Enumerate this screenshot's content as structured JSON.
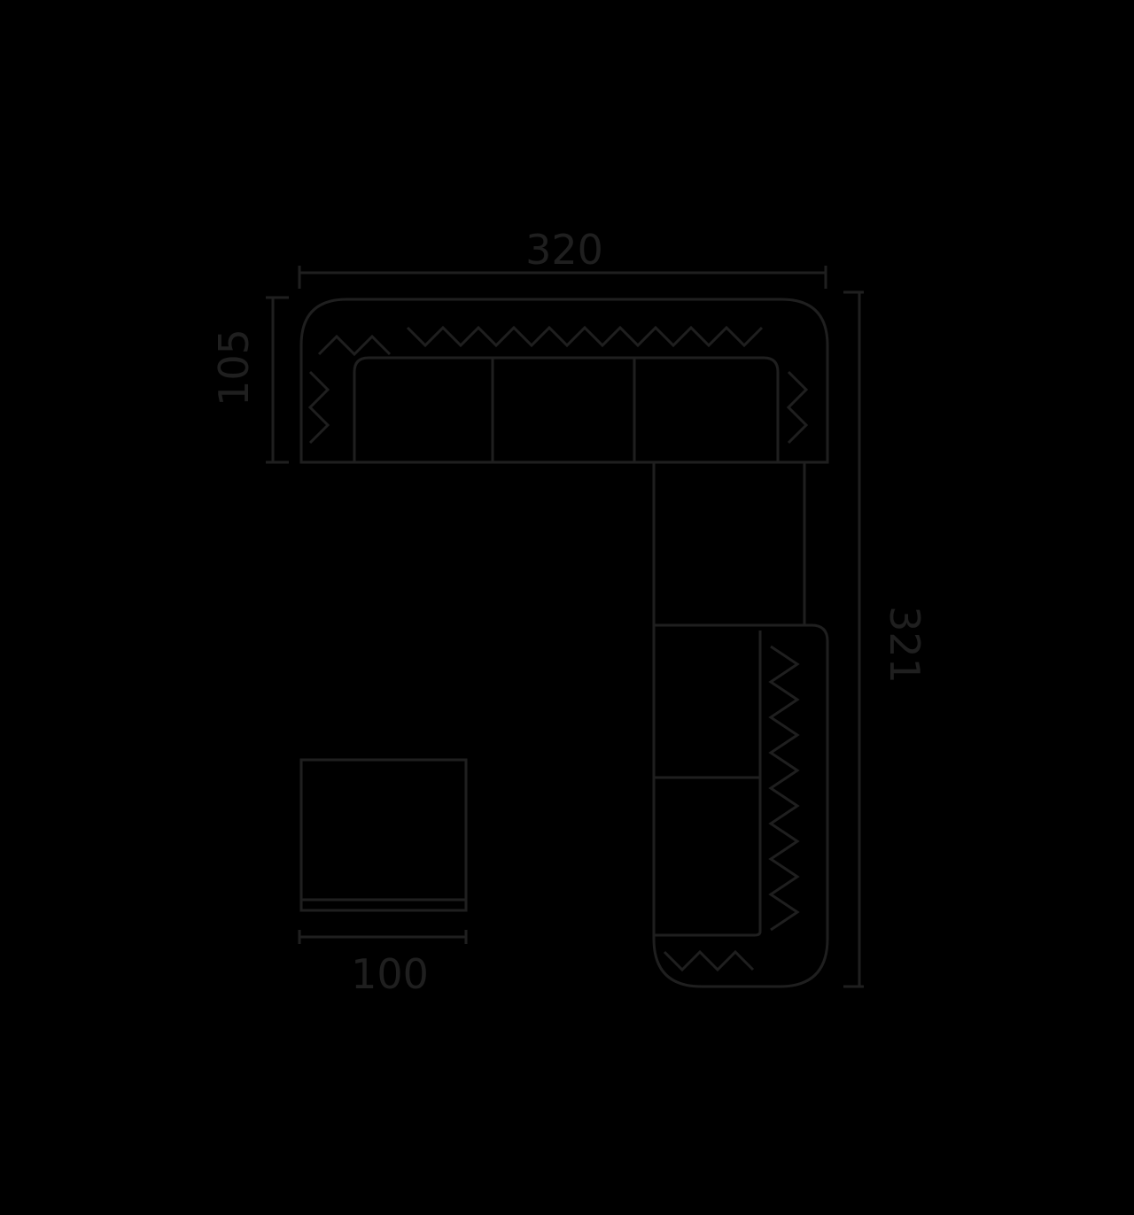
{
  "diagram": {
    "type": "sofa-floor-plan",
    "line_color": "#1f1f1f",
    "background": "#000000",
    "dimensions": {
      "width_top": "320",
      "depth_left": "105",
      "length_right": "321",
      "ottoman_width": "100"
    },
    "modules": {
      "top_seats": 3,
      "right_seats": 3,
      "ottoman": 1
    }
  }
}
